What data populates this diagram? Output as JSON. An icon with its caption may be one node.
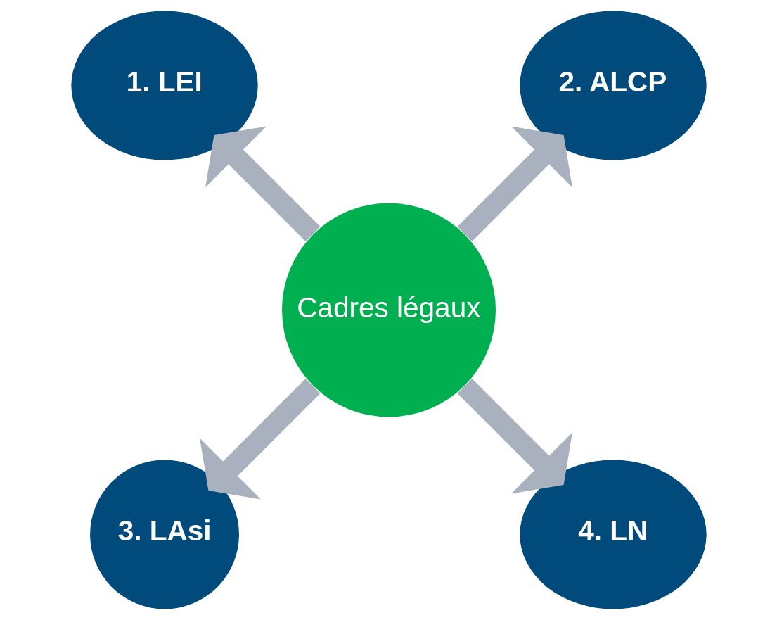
{
  "diagram": {
    "nodes": [
      {
        "text": [
          "2. ALCP"
        ]
      },
      {
        "text": [
          "1. LEI"
        ]
      },
      {
        "text": [
          "Cadres légaux"
        ]
      },
      {
        "text": [
          "3. LAsi"
        ]
      },
      {
        "text": [
          "4. LN"
        ]
      }
    ],
    "edges": [
      {
        "from": 2,
        "to": 0,
        "arrow": "to"
      },
      {
        "from": 2,
        "to": 1,
        "arrow": "to"
      },
      {
        "from": 2,
        "to": 3,
        "arrow": "to"
      },
      {
        "from": 2,
        "to": 4,
        "arrow": "to"
      }
    ]
  }
}
